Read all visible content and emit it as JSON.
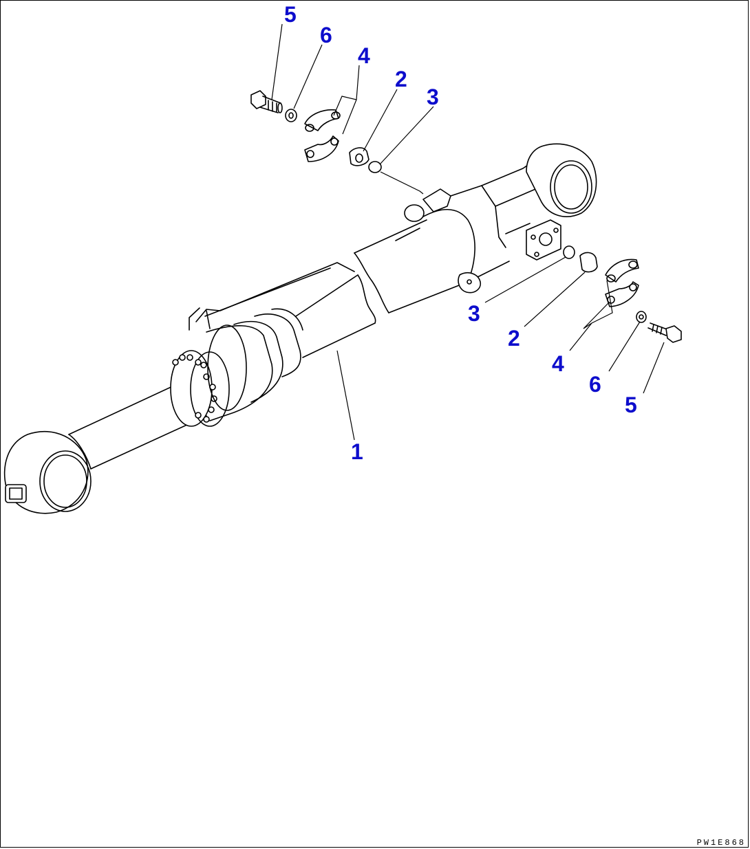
{
  "diagram": {
    "callouts": [
      "5",
      "6",
      "4",
      "2",
      "3",
      "1",
      "3",
      "2",
      "4",
      "6",
      "5"
    ],
    "callout_color": "#0d0dcc",
    "drawing_code": "PW1E868"
  }
}
